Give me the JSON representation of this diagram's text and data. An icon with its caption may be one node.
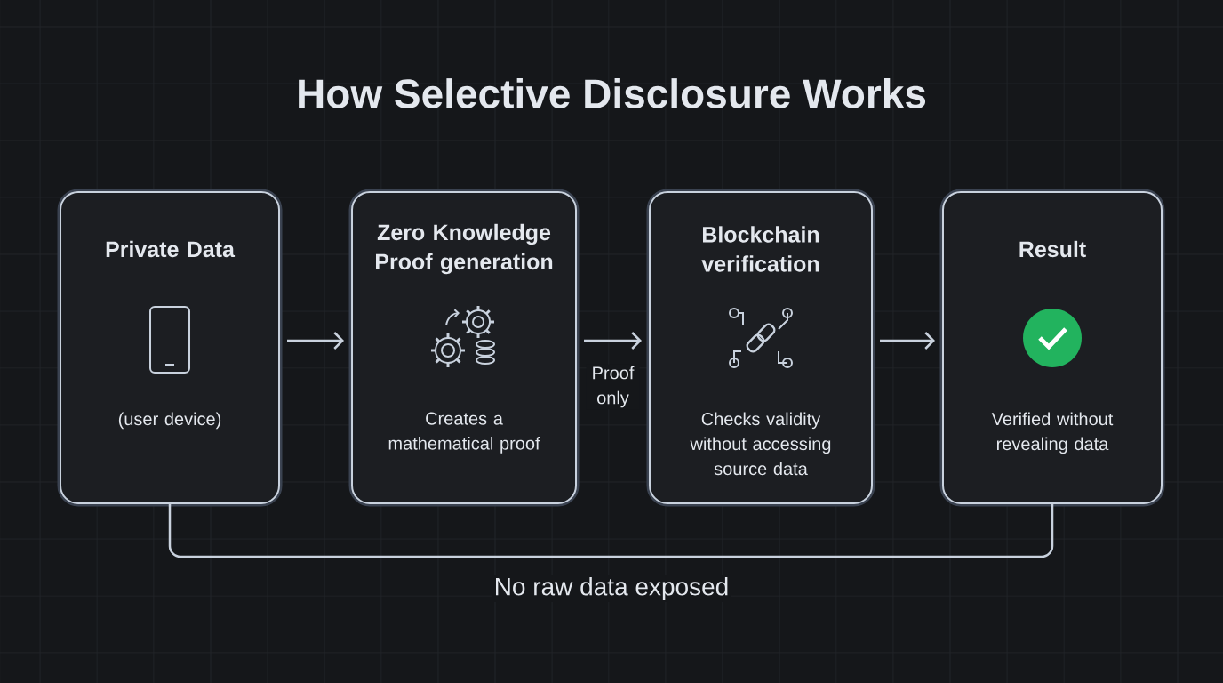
{
  "diagram": {
    "title": "How Selective Disclosure Works",
    "nodes": [
      {
        "text": [
          "Private Data",
          "(user device)"
        ]
      },
      {
        "text": [
          "Zero Knowledge Proof generation",
          "Creates a mathematical proof"
        ]
      },
      {
        "text": [
          "Blockchain verification",
          "Checks validity without accessing source data"
        ]
      },
      {
        "text": [
          "Result",
          "Verified without revealing data"
        ]
      }
    ],
    "edges": [
      {
        "from": 0,
        "to": 1,
        "arrow": "to"
      },
      {
        "from": 1,
        "to": 2,
        "arrow": "to",
        "label": "Proof only"
      },
      {
        "from": 2,
        "to": 3,
        "arrow": "to"
      },
      {
        "from": 0,
        "to": 3,
        "arrow": "none",
        "label": "No raw data exposed"
      }
    ]
  }
}
